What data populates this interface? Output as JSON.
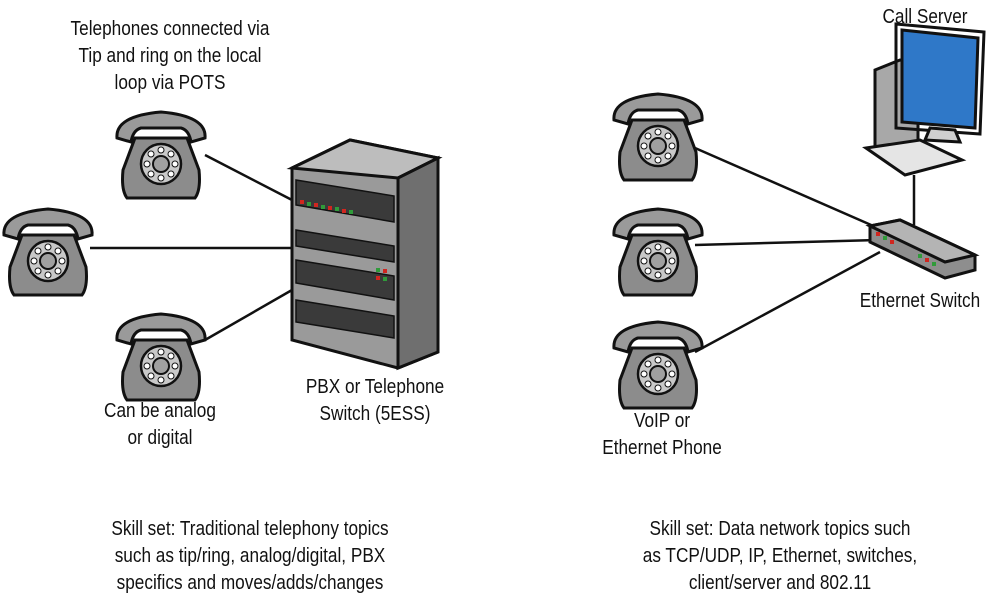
{
  "labels": {
    "pots_phones": "Telephones connected via\nTip and ring on the local\nloop via POTS",
    "analog_digital": "Can be analog\nor digital",
    "pbx": "PBX or Telephone\nSwitch (5ESS)",
    "left_skills": "Skill set: Traditional telephony topics\nsuch as tip/ring, analog/digital, PBX\nspecifics and moves/adds/changes",
    "call_server": "Call Server",
    "ethernet_switch": "Ethernet Switch",
    "voip_phone": "VoIP or\nEthernet Phone",
    "right_skills": "Skill set: Data network topics such\nas TCP/UDP, IP, Ethernet, switches,\nclient/server and 802.11"
  },
  "colors": {
    "phone_body": "#8c8c8c",
    "phone_dark": "#555555",
    "rack_front": "#9a9a9a",
    "rack_side": "#6f6f6f",
    "led_red": "#d0261f",
    "led_green": "#2f9b3a",
    "monitor_screen": "#2f78c8",
    "line": "#111111"
  },
  "icons": [
    "rotary-phone-icon",
    "pbx-rack-icon",
    "desktop-computer-icon",
    "ethernet-switch-icon"
  ]
}
